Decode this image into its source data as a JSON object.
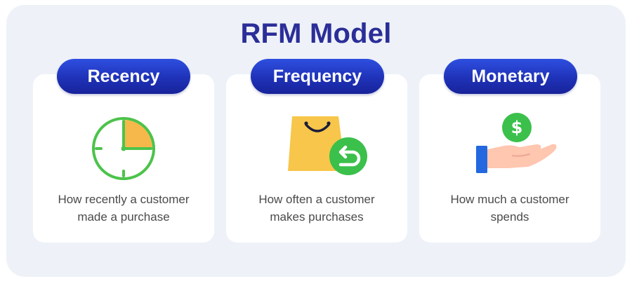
{
  "title": "RFM Model",
  "colors": {
    "title": "#2b2e98",
    "pill": "#1f32b8",
    "panel_bg": "#eef2f8",
    "card_bg": "#ffffff",
    "clock_green": "#4cc34a",
    "clock_orange": "#f6b84a",
    "bag_yellow": "#f7c64a",
    "badge_green": "#3bc04b",
    "hand_blue": "#2468e0",
    "hand_skin": "#ffc6b0"
  },
  "cards": [
    {
      "label": "Recency",
      "icon": "clock-icon",
      "desc_line1": "How recently a customer",
      "desc_line2": "made a purchase"
    },
    {
      "label": "Frequency",
      "icon": "shopping-bag-repeat-icon",
      "desc_line1": "How often a customer",
      "desc_line2": "makes purchases"
    },
    {
      "label": "Monetary",
      "icon": "hand-money-icon",
      "desc_line1": "How much a customer",
      "desc_line2": "spends"
    }
  ]
}
